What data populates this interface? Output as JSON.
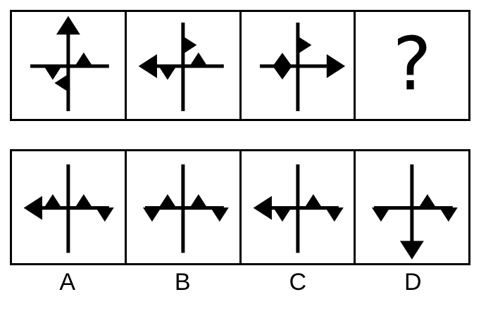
{
  "puzzle": {
    "type": "visual-analogy-multiple-choice",
    "stroke_color": "#000000",
    "background_color": "#ffffff",
    "question_row": {
      "name": "question-sequence",
      "panel_count": 4,
      "panels": [
        {
          "id": "q1",
          "label": "question-panel-1",
          "axes": {
            "horizontal": true,
            "vertical": true
          },
          "marks": [
            {
              "shape": "arrowhead",
              "direction": "up",
              "axis": "vertical",
              "position": "top-end"
            },
            {
              "shape": "triangle",
              "direction": "down",
              "axis": "horizontal",
              "position": "left-inner"
            },
            {
              "shape": "triangle",
              "direction": "up",
              "axis": "horizontal",
              "position": "right-inner"
            },
            {
              "shape": "triangle",
              "direction": "left",
              "axis": "vertical",
              "position": "below-center"
            }
          ]
        },
        {
          "id": "q2",
          "label": "question-panel-2",
          "axes": {
            "horizontal": true,
            "vertical": true
          },
          "marks": [
            {
              "shape": "arrowhead",
              "direction": "left",
              "axis": "horizontal",
              "position": "left-end"
            },
            {
              "shape": "triangle",
              "direction": "down",
              "axis": "horizontal",
              "position": "left-inner"
            },
            {
              "shape": "triangle",
              "direction": "up",
              "axis": "horizontal",
              "position": "right-inner"
            },
            {
              "shape": "triangle",
              "direction": "right",
              "axis": "vertical",
              "position": "above-center"
            }
          ]
        },
        {
          "id": "q3",
          "label": "question-panel-3",
          "axes": {
            "horizontal": true,
            "vertical": true
          },
          "marks": [
            {
              "shape": "diamond",
              "direction": "none",
              "axis": "horizontal",
              "position": "left-inner"
            },
            {
              "shape": "arrowhead",
              "direction": "right",
              "axis": "horizontal",
              "position": "right-end"
            },
            {
              "shape": "triangle",
              "direction": "right",
              "axis": "vertical",
              "position": "above-center"
            }
          ]
        },
        {
          "id": "q4",
          "label": "question-panel-missing",
          "axes": {
            "horizontal": false,
            "vertical": false
          },
          "marks": [],
          "glyph": "?"
        }
      ]
    },
    "options_row": {
      "name": "answer-options",
      "panel_count": 4,
      "panels": [
        {
          "id": "A",
          "label": "option-panel-a",
          "axes": {
            "horizontal": true,
            "vertical": true
          },
          "marks": [
            {
              "shape": "arrowhead",
              "direction": "left",
              "axis": "horizontal",
              "position": "left-end"
            },
            {
              "shape": "triangle",
              "direction": "up",
              "axis": "horizontal",
              "position": "left-inner"
            },
            {
              "shape": "triangle",
              "direction": "up",
              "axis": "horizontal",
              "position": "right-inner"
            },
            {
              "shape": "triangle",
              "direction": "down",
              "axis": "horizontal",
              "position": "right-outer"
            }
          ]
        },
        {
          "id": "B",
          "label": "option-panel-b",
          "axes": {
            "horizontal": true,
            "vertical": true
          },
          "marks": [
            {
              "shape": "triangle",
              "direction": "down",
              "axis": "horizontal",
              "position": "left-outer"
            },
            {
              "shape": "triangle",
              "direction": "up",
              "axis": "horizontal",
              "position": "left-inner"
            },
            {
              "shape": "triangle",
              "direction": "up",
              "axis": "horizontal",
              "position": "right-inner"
            },
            {
              "shape": "triangle",
              "direction": "down",
              "axis": "horizontal",
              "position": "right-outer"
            }
          ]
        },
        {
          "id": "C",
          "label": "option-panel-c",
          "axes": {
            "horizontal": true,
            "vertical": true
          },
          "marks": [
            {
              "shape": "arrowhead",
              "direction": "left",
              "axis": "horizontal",
              "position": "left-end"
            },
            {
              "shape": "triangle",
              "direction": "down",
              "axis": "horizontal",
              "position": "left-inner"
            },
            {
              "shape": "triangle",
              "direction": "up",
              "axis": "horizontal",
              "position": "right-inner"
            },
            {
              "shape": "triangle",
              "direction": "down",
              "axis": "horizontal",
              "position": "right-outer"
            }
          ]
        },
        {
          "id": "D",
          "label": "option-panel-d",
          "axes": {
            "horizontal": true,
            "vertical": true
          },
          "marks": [
            {
              "shape": "triangle",
              "direction": "down",
              "axis": "horizontal",
              "position": "left-outer"
            },
            {
              "shape": "triangle",
              "direction": "up",
              "axis": "horizontal",
              "position": "right-inner"
            },
            {
              "shape": "triangle",
              "direction": "down",
              "axis": "horizontal",
              "position": "right-outer"
            },
            {
              "shape": "arrowhead",
              "direction": "down",
              "axis": "vertical",
              "position": "bottom-end"
            }
          ]
        }
      ]
    },
    "option_labels": [
      "A",
      "B",
      "C",
      "D"
    ]
  }
}
